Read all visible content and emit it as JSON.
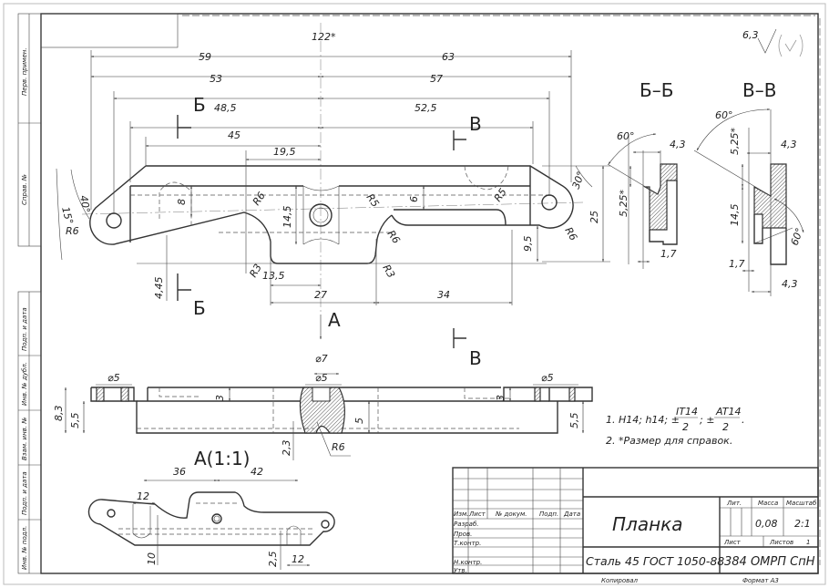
{
  "title_block": {
    "part_name": "Планка",
    "material": "Сталь 45  ГОСТ 1050-88",
    "designation": "384 ОМРП СпН",
    "lit_label": "Лит.",
    "mass_label": "Масса",
    "scale_label": "Масштаб",
    "mass_value": "0,08",
    "scale_value": "2:1",
    "sheet_label": "Лист",
    "sheets_label": "Листов",
    "sheets_value": "1",
    "col_headers": [
      "Изм.",
      "Лист",
      "№ докум.",
      "Подп.",
      "Дата"
    ],
    "rows": [
      "Разраб.",
      "Пров.",
      "Т.контр.",
      "Н.контр.",
      "Утв."
    ],
    "copied": "Копировал",
    "format": "Формат   А3"
  },
  "side_strip": [
    "Перв. примен.",
    "Справ. №",
    "Подп. и дата",
    "Инв. № дубл.",
    "Взам. инв. №",
    "Подп. и дата",
    "Инв. № подл."
  ],
  "roughness": {
    "value": "6,3"
  },
  "sections": {
    "bb": "Б–Б",
    "vv": "В–В",
    "b": "Б",
    "v": "В",
    "a": "А",
    "a_view": "А(1:1)"
  },
  "dims": {
    "d122": "122*",
    "d59": "59",
    "d63": "63",
    "d53": "53",
    "d57": "57",
    "d48_5": "48,5",
    "d52_5": "52,5",
    "d45": "45",
    "d19_5": "19,5",
    "d13_5": "13,5",
    "d27": "27",
    "d34": "34",
    "d25": "25",
    "d9_5": "9,5",
    "d14_5": "14,5",
    "d6": "6",
    "d8": "8",
    "d4_45": "4,45",
    "r6": "R6",
    "r5": "R5",
    "r3": "R3",
    "a40": "40°",
    "a15": "15°",
    "a30": "30°",
    "bb_60": "60°",
    "bb_4_3": "4,3",
    "bb_5_25": "5,25*",
    "bb_1_7": "1,7",
    "vv_60a": "60°",
    "vv_60b": "60°",
    "vv_4_3a": "4,3",
    "vv_4_3b": "4,3",
    "vv_5_25": "5,25*",
    "vv_14_5": "14,5",
    "vv_1_7": "1,7",
    "f7": "⌀7",
    "f5": "⌀5",
    "h8_3": "8,3",
    "h5_5": "5,5",
    "h3": "3",
    "h5": "5",
    "h2_3": "2,3",
    "a36": "36",
    "a42": "42",
    "a12": "12",
    "a10": "10",
    "a2_5": "2,5"
  },
  "notes": [
    "1. H14; h14; ±",
    "IT14",
    "2",
    "; ±",
    "AT14",
    "2",
    ".",
    "2.  *Размер для справок."
  ]
}
